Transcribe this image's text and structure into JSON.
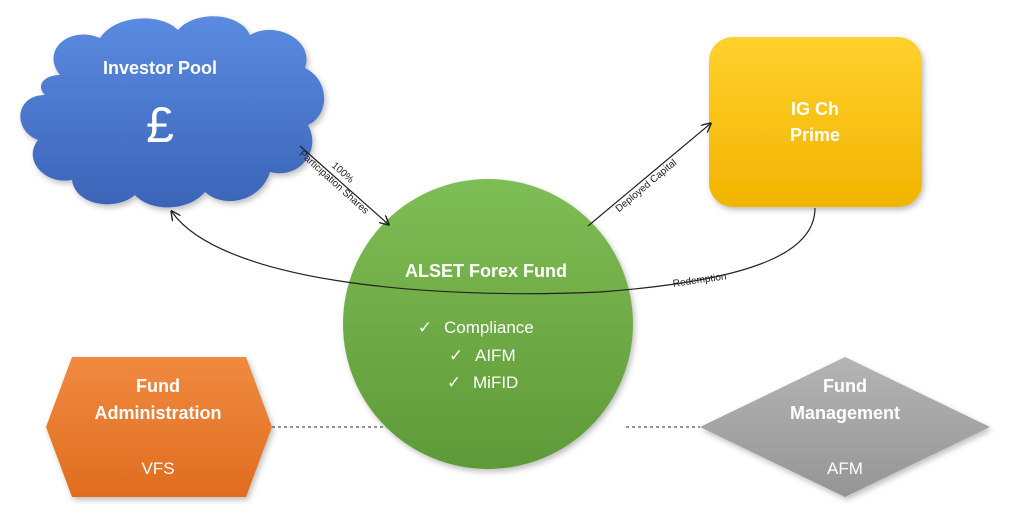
{
  "investor_pool": {
    "title": "Investor Pool",
    "symbol": "£"
  },
  "prime_broker": {
    "line1": "IG Ch",
    "line2": "Prime"
  },
  "fund": {
    "title": "ALSET Forex Fund",
    "checkmark": "✓",
    "items": [
      "Compliance",
      "AIFM",
      "MiFID"
    ]
  },
  "fund_administration": {
    "line1": "Fund",
    "line2": "Administration",
    "provider": "VFS"
  },
  "fund_management": {
    "line1": "Fund",
    "line2": "Management",
    "provider": "AFM"
  },
  "flows": {
    "participation_line1": "100%",
    "participation_line2": "Participation Shares",
    "deployed": "Deployed Capital",
    "redemption": "Redemption"
  },
  "colors": {
    "cloud": "#4472c4",
    "prime": "#ffc000",
    "fund": "#70ad47",
    "administration": "#ed7d31",
    "management": "#a5a5a5",
    "text_light": "#ffffff",
    "text_dark": "#222222"
  }
}
